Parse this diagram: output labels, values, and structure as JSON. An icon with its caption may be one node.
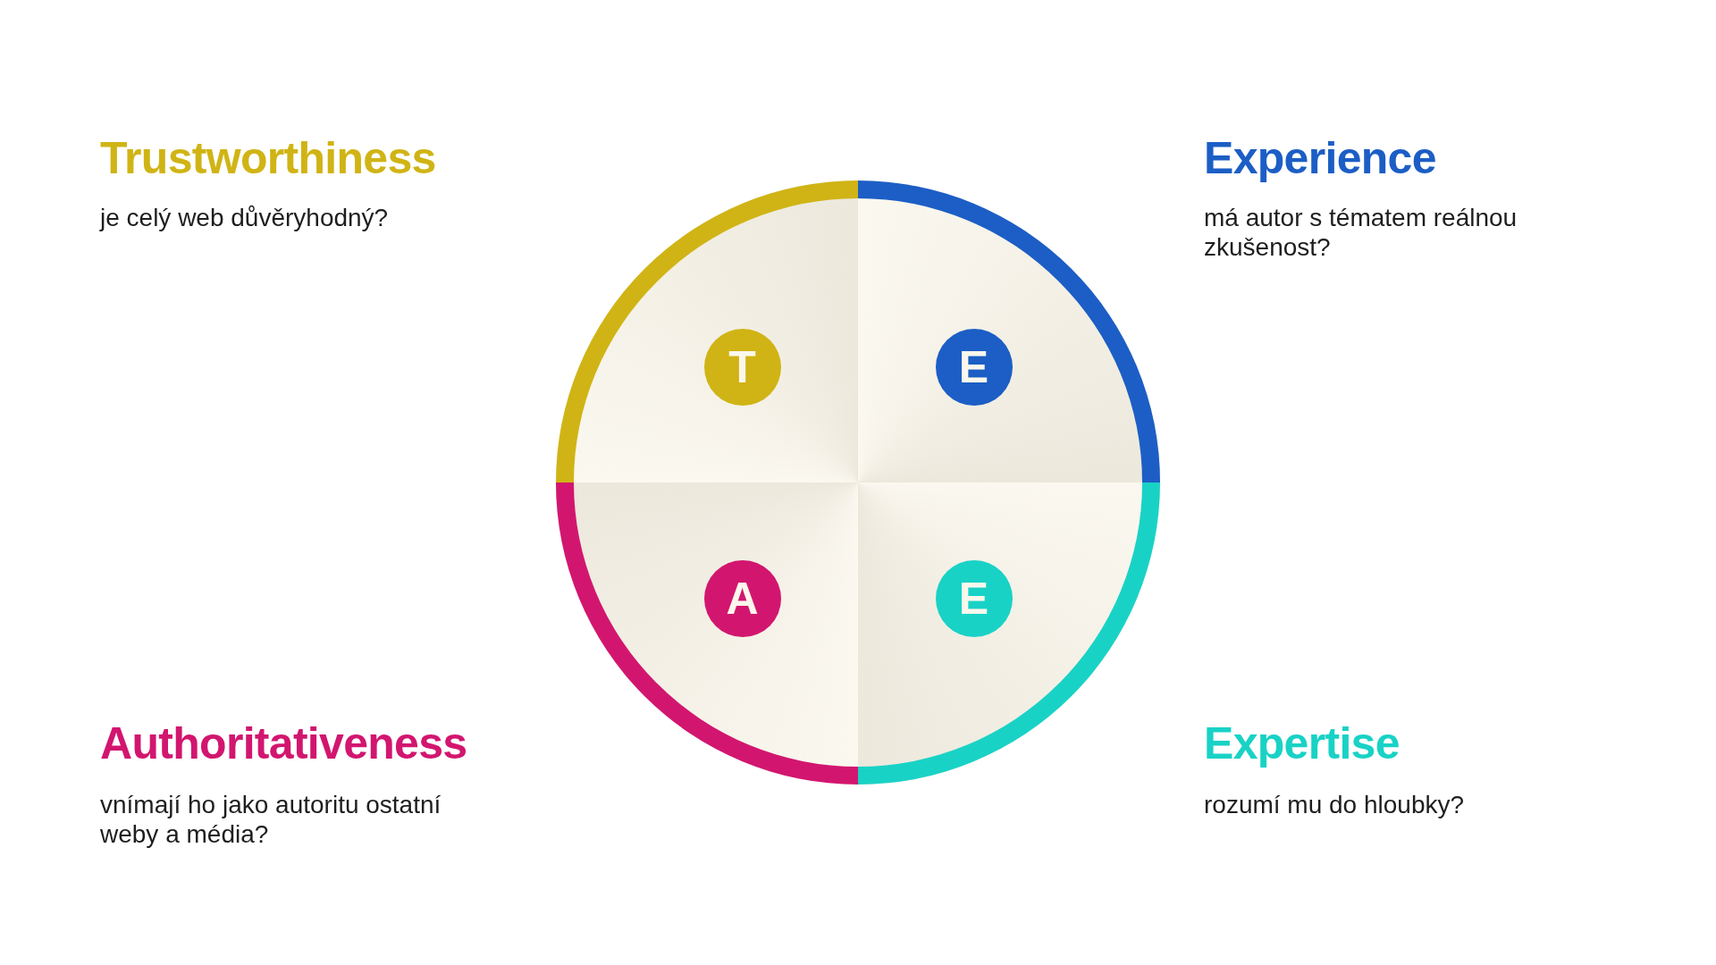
{
  "diagram": {
    "nodes": [
      {
        "text": [],
        "shape": "circle"
      },
      {
        "text": [
          "T"
        ],
        "in": 0
      },
      {
        "text": [
          "E"
        ],
        "in": 0
      },
      {
        "text": [
          "A"
        ],
        "in": 0
      },
      {
        "text": [
          "E"
        ],
        "in": 0
      }
    ],
    "labels": [
      "Trustworthiness",
      "je celý web důvěryhodný?",
      "Experience",
      "má autor s tématem reálnou zkušenost?",
      "Authoritativeness",
      "vnímají ho jako autoritu ostatní weby a média?",
      "Expertise",
      "rozumí mu do hloubky?"
    ]
  }
}
